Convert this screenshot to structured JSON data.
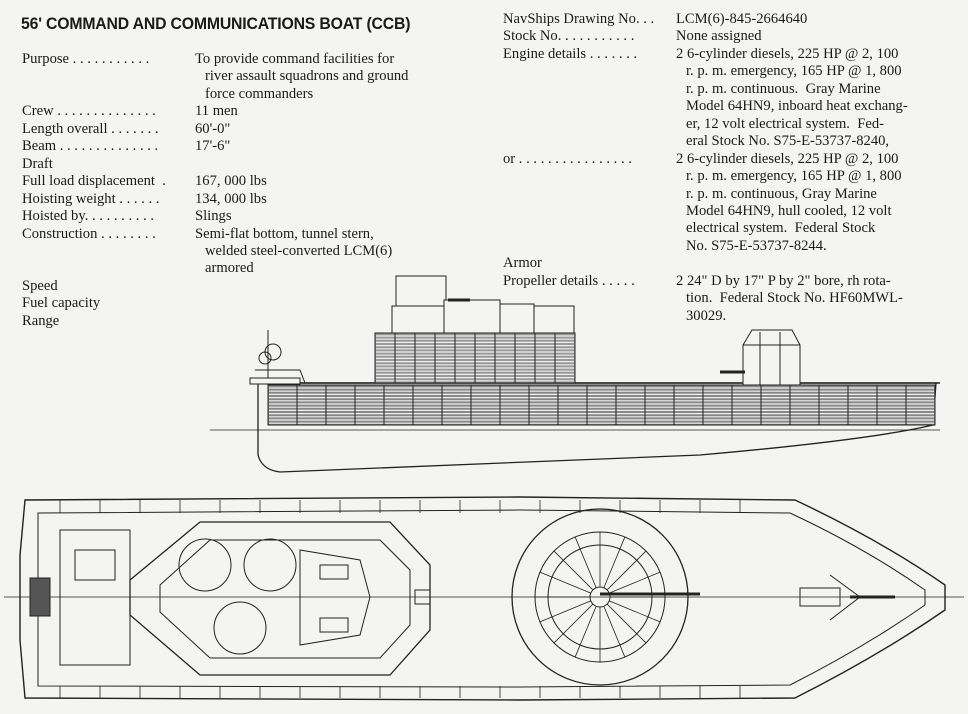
{
  "title": "56' COMMAND AND COMMUNICATIONS BOAT  (CCB)",
  "left_specs": [
    {
      "label": "Purpose . . . . . . . . . . .",
      "lines": [
        "To provide command facilities for",
        "river assault squadrons and ground",
        "force commanders"
      ]
    },
    {
      "label": "Crew . . . . . . . . . . . . . .",
      "lines": [
        "11 men"
      ]
    },
    {
      "label": "Length overall . . . . . . .",
      "lines": [
        "60'-0\""
      ]
    },
    {
      "label": "Beam . . . . . . . . . . . . . .",
      "lines": [
        "17'-6\""
      ]
    },
    {
      "label": "Draft",
      "lines": []
    },
    {
      "label": "Full load displacement  .",
      "lines": [
        "167, 000 lbs"
      ]
    },
    {
      "label": "Hoisting weight . . . . . .",
      "lines": [
        "134, 000 lbs"
      ]
    },
    {
      "label": "Hoisted by. . . . . . . . . .",
      "lines": [
        "Slings"
      ]
    },
    {
      "label": "Construction . . . . . . . .",
      "lines": [
        "Semi-flat bottom, tunnel stern,",
        "welded steel-converted LCM(6)",
        "armored"
      ]
    },
    {
      "label": "Speed",
      "lines": []
    },
    {
      "label": "Fuel capacity",
      "lines": []
    },
    {
      "label": "Range",
      "lines": []
    }
  ],
  "right_specs": [
    {
      "label": "NavShips Drawing No. . .",
      "lines": [
        "LCM(6)-845-2664640"
      ]
    },
    {
      "label": "Stock No. . . . . . . . . . .",
      "lines": [
        "None assigned"
      ]
    },
    {
      "label": "Engine details . . . . . . .",
      "lines": [
        "2 6-cylinder diesels, 225 HP @ 2, 100",
        "r. p. m. emergency, 165 HP @ 1, 800",
        "r. p. m. continuous.  Gray Marine",
        "Model 64HN9, inboard heat exchang-",
        "er, 12 volt electrical system.  Fed-",
        "eral Stock No. S75-E-53737-8240,"
      ]
    },
    {
      "label": "or . . . . . . . . . . . . . . . .",
      "lines": [
        "2 6-cylinder diesels, 225 HP @ 2, 100",
        "r. p. m. emergency, 165 HP @ 1, 800",
        "r. p. m. continuous, Gray Marine",
        "Model 64HN9, hull cooled, 12 volt",
        "electrical system.  Federal Stock",
        "No. S75-E-53737-8244."
      ]
    },
    {
      "label": "Armor",
      "lines": []
    },
    {
      "label": "Propeller details . . . . .",
      "lines": [
        "2 24\" D by 17\" P by 2\" bore, rh rota-",
        "tion.  Federal Stock No. HF60MWL-",
        "30029."
      ]
    }
  ],
  "colors": {
    "ink": "#1a1a1a",
    "paper": "#f4f4f2"
  }
}
